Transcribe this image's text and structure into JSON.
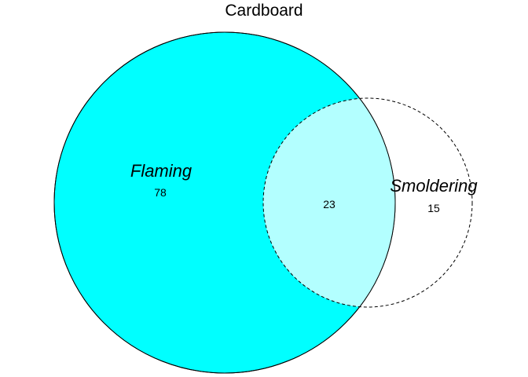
{
  "title": "Cardboard",
  "sets": [
    {
      "name": "Flaming",
      "fill": "#00FFFF",
      "stroke": "#000000",
      "line_style": "solid"
    },
    {
      "name": "Smoldering",
      "fill": "#FFFFFF",
      "stroke": "#000000",
      "line_style": "dashed"
    }
  ],
  "regions": {
    "flaming_only": "78",
    "both": "23",
    "smoldering_only": "15"
  },
  "overlap_fill": "#B3FFFF"
}
